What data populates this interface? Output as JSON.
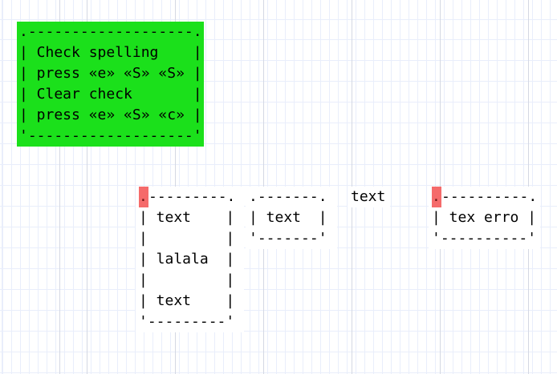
{
  "colors": {
    "hint_bg": "#1be01b",
    "error_bg": "#f56b6b",
    "error_fg": "#6d1717",
    "grid_minor": "#e9eefb",
    "grid_major": "#d4d8e3",
    "text_color": "#000000"
  },
  "hint_box": {
    "text": ".-------------------.\n| Check spelling    |\n| press «e» «S» «S» |\n| Clear check       |\n| press «e» «S» «c» |\n'-------------------'"
  },
  "elements": {
    "box_lalala": {
      "error_marker": ".",
      "text": "---------.\n| text    |\n|         |\n| lalala  |\n|         |\n| text    |\n'---------'"
    },
    "box_text": {
      "text": ".-------.\n| text  |\n'-------'"
    },
    "label_text": {
      "text": "text"
    },
    "box_tex_erro": {
      "error_marker": ".",
      "text": "----------.\n| tex erro |\n'----------'"
    }
  }
}
